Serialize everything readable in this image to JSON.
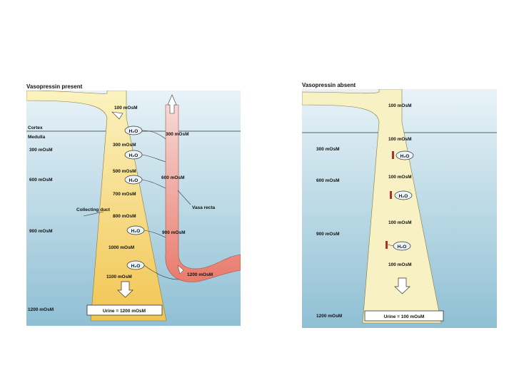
{
  "colors": {
    "sky_top": "#e8f3f8",
    "sky_bottom": "#8fbfd4",
    "duct_fill_top": "#fbf3c0",
    "duct_fill_bottom": "#f2c552",
    "duct_dilute": "#f7f1c3",
    "vasa_recta_top": "#f6d9d6",
    "vasa_recta_bottom": "#e97b6c",
    "blocked_channel": "#a8332e"
  },
  "left": {
    "title": "Vasopressin present",
    "zone_cortex": "Cortex",
    "zone_medulla": "Medulla",
    "interstitial": [
      "300 mOsM",
      "600 mOsM",
      "900 mOsM",
      "1200 mOsM"
    ],
    "duct_inflow": "100 mOsM",
    "duct_levels": [
      "300 mOsM",
      "500 mOsM",
      "700 mOsM",
      "800 mOsM",
      "1000 mOsM",
      "1100 mOsM"
    ],
    "water": "H₂O",
    "vasa_levels": [
      "300 mOsM",
      "600 mOsM",
      "900 mOsM",
      "1200 mOsM"
    ],
    "collecting_duct_label": "Collecting duct",
    "vasa_recta_label": "Vasa recta",
    "urine": "Urine = 1200 mOsM"
  },
  "right": {
    "title": "Vasopressin absent",
    "interstitial": [
      "300 mOsM",
      "600 mOsM",
      "900 mOsM",
      "1200 mOsM"
    ],
    "duct_levels": [
      "100 mOsM",
      "100 mOsM",
      "100 mOsM",
      "100 mOsM",
      "100 mOsM"
    ],
    "water": "H₂O",
    "urine": "Urine = 100 mOsM"
  }
}
